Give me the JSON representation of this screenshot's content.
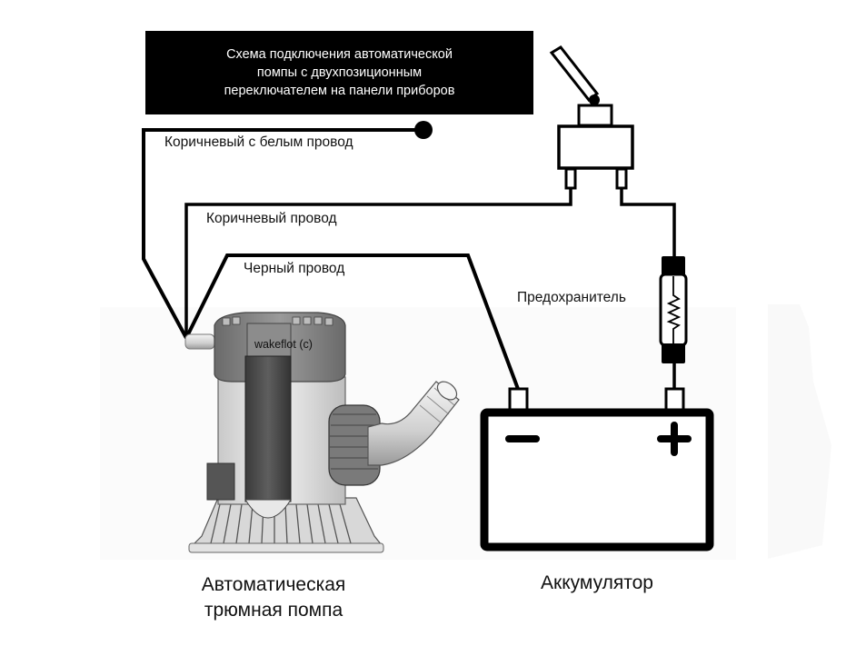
{
  "title": {
    "lines": [
      "Схема подключения автоматической",
      "помпы с двухпозиционным",
      "переключателем на панели приборов"
    ],
    "background": "#000000",
    "text_color": "#ffffff"
  },
  "wires": {
    "brown_white": "Коричневый с белым провод",
    "brown": "Коричневый провод",
    "black": "Черный провод"
  },
  "fuse": {
    "label": "Предохранитель"
  },
  "pump": {
    "watermark": "wakeflot (c)",
    "caption_line1": "Автоматическая",
    "caption_line2": "трюмная помпа"
  },
  "battery": {
    "caption": "Аккумулятор",
    "negative_symbol": "−",
    "positive_symbol": "+"
  },
  "components": {
    "switch": "toggle-switch",
    "fuse": "fuse",
    "battery": "battery",
    "pump": "bilge-pump"
  }
}
